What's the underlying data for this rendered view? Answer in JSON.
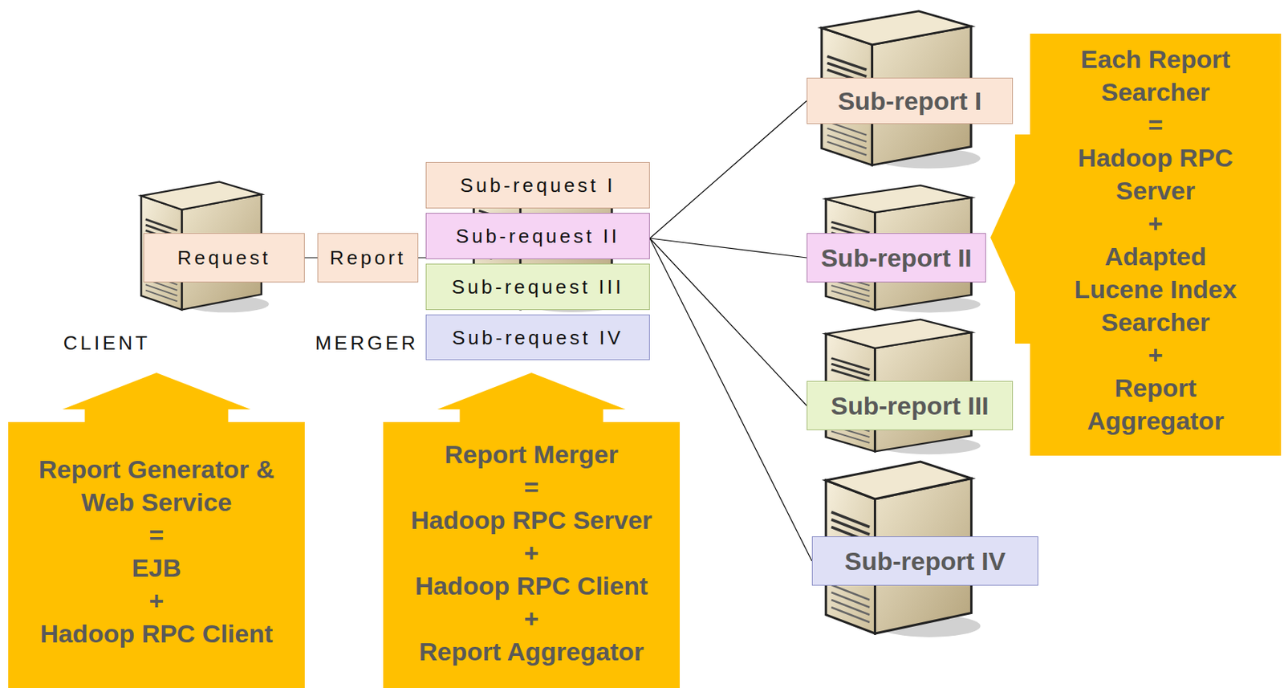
{
  "diagram": {
    "nodes": [
      {
        "text": [
          "CLIENT"
        ]
      },
      {
        "text": [
          "Request"
        ],
        "in": 0
      },
      {
        "text": [
          "MERGER"
        ]
      },
      {
        "text": [
          "Sub-request I"
        ],
        "in": 2
      },
      {
        "text": [
          "Sub-request II"
        ],
        "in": 2
      },
      {
        "text": [
          "Sub-request III"
        ],
        "in": 2
      },
      {
        "text": [
          "Sub-request IV"
        ],
        "in": 2
      },
      {
        "text": [
          "Report"
        ],
        "in": 2
      },
      {
        "text": [
          "Sub-report I"
        ]
      },
      {
        "text": [
          "Sub-report II"
        ]
      },
      {
        "text": [
          "Sub-report III"
        ]
      },
      {
        "text": [
          "Sub-report IV"
        ]
      },
      {
        "text": [
          "Each Report Searcher",
          "=",
          "Hadoop RPC Server",
          "+",
          "Adapted Lucene Index Searcher",
          "+",
          "Report Aggregator"
        ]
      },
      {
        "text": [
          "Report Generator & Web Service",
          "=",
          "EJB",
          "+",
          "Hadoop RPC Client"
        ]
      },
      {
        "text": [
          "Report Merger",
          "=",
          "Hadoop RPC Server",
          "+",
          "Hadoop RPC Client",
          "+",
          "Report Aggregator"
        ]
      }
    ],
    "edges": [
      {
        "from": 0,
        "to": 2,
        "arrow": "none"
      },
      {
        "from": 2,
        "to": 8,
        "arrow": "none"
      },
      {
        "from": 2,
        "to": 9,
        "arrow": "none"
      },
      {
        "from": 2,
        "to": 10,
        "arrow": "none"
      },
      {
        "from": 2,
        "to": 11,
        "arrow": "none"
      }
    ]
  }
}
